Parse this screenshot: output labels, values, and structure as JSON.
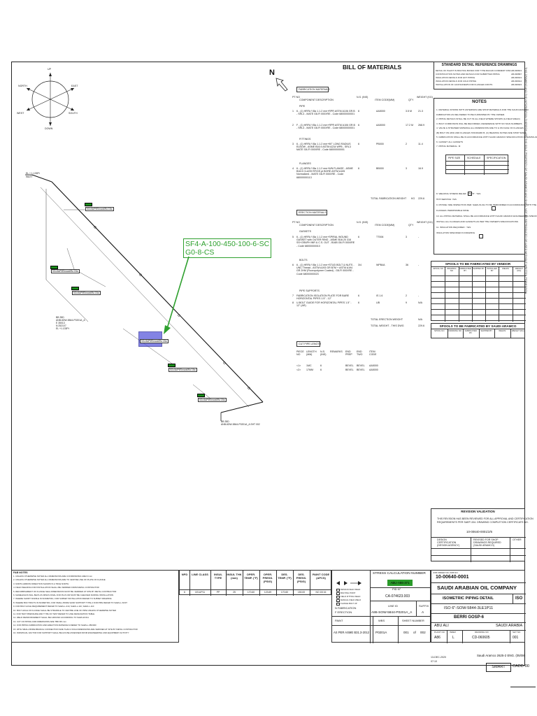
{
  "orientation": {
    "up": "UP",
    "north": "NORTH",
    "south": "SOUTH",
    "east": "EAST",
    "west": "WEST",
    "down": "DOWN",
    "north_arrow": "N"
  },
  "callout": {
    "line1": "SF4-A-100-450-100-6-SC",
    "line2": "G0-8-CS"
  },
  "iso_labels": {
    "el_top": "EL + 1.133Pt",
    "el_top2": "INLET",
    "bop1": "BB 35D",
    "bop1b": "ANB-6DW-5844-P0201A_A",
    "bop1c": "E 35013",
    "bop1d": "N 252107",
    "bop1e": "EL +1.133Pt",
    "bop2": "BB 35D",
    "bop2b": "ANB-6DW-5844-P0201A_A SHT 002",
    "tag1": "5Oo/6dPf/Ebnwa6Ra 1Ba",
    "tag2": "5Oo/6dPf/Ebnwa6Ra 1Ba",
    "tag3": "5Oo/6dPf/Ebnwa6Ra 1Ba",
    "tag4": "5Oo/6dPf/Ebnwa6Ra 1Ba",
    "tag5": "5Oo/6dPf/Ebnwa6Ra 1Ba",
    "tag6": "5Oo/6dPf/Ebnwa6Ra 1Ba"
  },
  "bom": {
    "title": "BILL OF MATERIALS",
    "fab_header": "FABRICATION MATERIALS",
    "cols": [
      "PT NO",
      "COMPONENT DESCRIPTION",
      "N.S. (INS)",
      "ITEM CODE(MM)",
      "QTY",
      "WEIGHT (KG)"
    ],
    "pipe_label": "PIPE",
    "fab_rows": [
      {
        "no": "1",
        "desc": "6 - (1) HRFA Y.Ba 1.1.2 mm+RPR ASTM A106 GR.B - SRL3 - MATE G8-Fl 000XRE - Code 68000000001",
        "ns": "6",
        "code": "AA5000",
        "qty": "3.5 M",
        "wt": "21.3"
      },
      {
        "no": "2",
        "desc": "F - (1) HRFA Y.Ba 1.1.2 mm+RPR ASTM A106 GR.B - SRL3 - MATE G8-Fl 000XRE - Code 68000000001",
        "ns": "6",
        "code": "AA5000",
        "qty": "17.2 M",
        "wt": "268.9"
      }
    ],
    "fittings_label": "FITTINGS",
    "fit_rows": [
      {
        "no": "3",
        "desc": "6 - (1) HRFA Y.Ba 1.1.2 mm+90° LONG RADIUS ELBOW - ASME B16.9 ASTM A234 WPB - SRL3 MATE G8-Fl 000XRE - Code 68000000001",
        "ns": "6",
        "code": "PB000",
        "qty": "2",
        "wt": "11.4"
      }
    ],
    "flanges_label": "FLANGES",
    "fl_rows": [
      {
        "no": "4",
        "desc": "6 - (1) HRFA Y.Ba 1.1.2 mm+WN FLANGE - ASME B16.5 CLASS RF/GS pt BORE ASTM A105 Normalized - MATE G8-Fl 000XRE - Code 68000000113",
        "ns": "6",
        "code": "BB000",
        "qty": "3",
        "wt": "16.9"
      }
    ],
    "total_fab_label": "TOTAL FABRICATION WEIGHT",
    "total_fab_unit": "KG",
    "total_fab": "229.6",
    "erection_header": "ERECTION MATERIALS",
    "gaskets_label": "GASKETS",
    "gk_rows": [
      {
        "no": "5",
        "desc": "6 - (1) HRFA Y.Ba 1.1.2 mm+SPIRAL WOUND GASKET with OUTER RING - ASME B16.20 316 SS+GRAPH INR & C.S. OUT - B16B G8-Fl 000XRE - Code 68000000010",
        "ns": "6",
        "code": "TT006",
        "qty": "3",
        "wt": "-"
      }
    ],
    "bolts_label": "BOLTS",
    "bt_rows": [
      {
        "no": "6",
        "desc": "6 - (1) HRFA Y.Ba 1.1.2 mm+STUD BOLT & NUTS - UNC Thread - ASTM A193 GR B7M + ASTM A194 GR 2HM (Fluoropolymer Coated) - G8-Fl 000XRE - Code 68000000023",
        "ns": "3/4",
        "code": "WPB4A",
        "qty": "36",
        "wt": "-"
      }
    ],
    "supports_label": "PIPE SUPPORTS",
    "sp_rows": [
      {
        "no": "7",
        "desc": "FABRICATION ISOLATION PLATE FOR BARE HORIZONTAL PIPES 1.5\" - 12\"",
        "ns": "6",
        "code": "IS 1.6",
        "qty": "2",
        "wt": "-"
      },
      {
        "no": "8",
        "desc": "U-BOLT GUIDE FOR HORIZONTAL PIPES 1.5\" - 12\" (AR)",
        "ns": "6",
        "code": "UB",
        "qty": "9",
        "wt": "N/A"
      }
    ],
    "total_er_label": "TOTAL ERECTION WEIGHT",
    "total_er": "N/A",
    "total_label": "TOTAL WEIGHT - THIS DWG",
    "total": "229.6",
    "cut_header": "CUT PIPE LENGTH",
    "cut_cols": [
      "PIECE NO",
      "LENGTH (MM)",
      "N.S. (INS)",
      "REMARKS",
      "END PREP",
      "END TWO",
      "ITEM CODE"
    ],
    "cut_rows": [
      {
        "p": "<1>",
        "l": "1MC",
        "ns": "6",
        "r": "",
        "e1": "BEVEL",
        "e2": "BEVEL",
        "c": "AA5000"
      },
      {
        "p": "<2>",
        "l": "17MM",
        "ns": "6",
        "r": "",
        "e1": "BEVEL",
        "e2": "BEVEL",
        "c": "AA5000"
      }
    ]
  },
  "ref_drawings": {
    "title": "STANDARD DETAIL REFERENCE DRAWINGS",
    "rows": [
      {
        "d": "DETAIL OF PLEXIT IN BOLTING BOXES FOR TYPE MACHIN COMMENT DISK",
        "n": "AB-036813"
      },
      {
        "d": "CONSTRUCTION NOTES AND DETAILS FOR SUBMITTED PIPING",
        "n": "AB-036897"
      },
      {
        "d": "INSULATION DETAILS FOR HOT PIPING",
        "n": "AB-036913"
      },
      {
        "d": "INSULATION DETAILS FOR COLD PIPING",
        "n": "AB-036914"
      },
      {
        "d": "INSTALLATION OF JACKSCREWS FOR FLANGED JOINTS",
        "n": "AB-036923"
      }
    ]
  },
  "notes": {
    "title": "NOTES",
    "items": [
      "1. MATERIAL SHOWN WITH ASTERISKS ARE SHOP MATERIALS FOR THE SAUDI ARAMCO",
      "    FABRICATION AS DELIVERED TO BE FURNISHED BY THE OWNER.",
      "2. PIPING DETAILS SHALL BE CUT IN ALL FIELD WHERE SHOWN (G.FIELD WELD)",
      "3. BOLT CORROSION WILL BE RECORDED, REFERENCE WITH NO SIGN NUMBERS",
      "4. VALVE & STRAINER MATERIAL ALL DIMENSIONS ARE TO & ON FACE OF FLANGES",
      "   (B) BOLT ON ANSI AND FLANGES STANDARD B, (C) BEARING NOTED ARE SHOP SIZES",
      "5. FABRICATION SHALL BE IN ACCORDANCE WITH SAUDI ARAMCO SPECIFICATION 01-SAMSS-010",
      "6. GASKET: ALL GASKETS",
      "7. PIPING MATERIAL: M"
    ],
    "pwht_cols": [
      "PIPE SIZE",
      "SCHEDULE",
      "SPECIFICATION"
    ],
    "items2": [
      "8. WELDING STRESS RELIEF - PWHT : YES",
      "   HOT-SERVICE: YES",
      "9. RT/NDE: NDE INSPECTION PER: SAES-W-011 TO BE PERFORMED IN ACCORDANCE WITH THE",
      "   FLANGES: PERMISSIBLE NONE",
      "10. ALL PIPING MATERIAL SHALL BE ACCORDANCE WITH SAUDI ARAMCO ENGINEERING SPECIFICATIONS",
      "   INSTALL ALL FLANGES AND GASKETS AS PER THE OWNER'S SPECIFICATIONS",
      "11. INSULATION REQUIRED : YES",
      "   INSULATION SPECIFIED IN DRAWING"
    ]
  },
  "spools_vendor": {
    "title": "SPOOLS TO BE FABRICATED BY VENDOR",
    "cols": [
      "SPOOL NO",
      "DRAWING NO",
      "FABRICATED BY",
      "SHIPPED BY",
      "INSTALLED BY",
      "WELDS",
      "WEIGHT (KG)"
    ]
  },
  "spools_aramco": {
    "title": "SPOOLS TO BE FABRICATED BY SAUDI ARAMCO",
    "cols": [
      "SPOOL NO",
      "DRAWING NO",
      "FABRICATED BY",
      "SHIPPED BY",
      "WELDS",
      "WEIGHT (KG)"
    ]
  },
  "revision": {
    "title": "REVISION VALIDATION",
    "text1": "THIS REVISION HAS BEEN REVIEWED FOR ALL APPROVAL AND CERTIFICATION",
    "text2": "REQUIREMENTS PER SAEP-334. DRAWING COMPLETION CERTIFICATE NO.",
    "cert_no": "10-00640-0001/2/6",
    "cols": [
      "DESIGN CERTIFICATION (DESIGN AGENCY)",
      "REVISED FOR SHOP DRAWINGS REQUIRED (SAUDI ARAMCO)",
      "OTHER"
    ]
  },
  "project": {
    "job_no_label": "JOB ORDER NO./JOB NO.",
    "job_no": "10-00640-0001",
    "company": "SAUDI ARABIAN OIL COMPANY",
    "drawing_type": "ISOMETRIC PIPING DETAIL",
    "type_code": "ISO",
    "iso_no": "ISO 6\"-SOW-5844-3LE1P11",
    "plant": "BERRI GOSP-6",
    "location1": "ABU ALI",
    "location2": "SAUDI ARABIA",
    "plant_no_label": "PLANT NO",
    "index_label": "INDEX",
    "dwg_no_label": "DRAWING NO",
    "sht_label": "SHT NO",
    "plant_no": "A86",
    "index": "L",
    "dwg_no": "CD-060605",
    "sht": "001",
    "date": "13-DEC-2020",
    "time": "07:10",
    "aramco_form": "Saudi Aramco 2625-2 ENG. (05/08)",
    "smart": "SMART",
    "cadd": "CADD-00"
  },
  "stress": {
    "title": "STRESS CALCULATION NUMBER",
    "value": "ABU-A86-371",
    "pid_label": "PID N°",
    "pid": "CA-074623.003",
    "fab_label": "N FABRICATION",
    "er_label": "F ERECTION",
    "line_id_label": "LINE ID",
    "suffix_label": "SUFFIX",
    "line_id": "A86-SOW-5844-P0201A_A",
    "suffix": "A",
    "paint_label": "PAINT",
    "wbs_label": "WBS",
    "sheet_label": "SHEET NUMBER",
    "paint": "AS PER ASME B31.3-2012",
    "wbs": "P0201A",
    "sheet": "001",
    "of": "of",
    "total_sheets": "002",
    "symbol_notes": [
      "DESIGN FIELD WELD",
      "BOLTING POINT",
      "FIELD FITTING WELD",
      "MANUAL FIELD WELD",
      "FLANGE BOLT UP"
    ]
  },
  "line_table": {
    "cols": [
      "NPD",
      "LINE CLASS",
      "INSUL TYPE",
      "INSUL THK (mm)",
      "OPER. TEMP. (°F)",
      "OPER. PRESS. (PSIG)",
      "DES. TEMP. (°F)",
      "DES. PRESS. (PSIG)",
      "PAINT CODE (APCS)"
    ],
    "row": [
      "6",
      "1E1UP11",
      "PP",
      "25",
      "170.60",
      "123.69",
      "170.60",
      "150.00",
      "NO 1B 16"
    ]
  },
  "fab_notes": {
    "title": "FAB NOTES",
    "items": [
      "1. UNLESS OTHERWISE NOTED ALL DIMENSIONS ARE COORDINATES ARE IN mm",
      "2. UNLESS OTHERWISE NOTED ALL DIMENSIONS ARE TO CENTRE LINE OF PLATE OF FLANGE",
      "3. NORTH ARROW DIRECTION SHOWN IS A TRUE NORTH",
      "4. FIELD WELDING FOR INSTALLATION SHALL BE VERIFIED FROM METAL CONTRACTOR",
      "5. REFURBISHMENT OF FLANGE SEAL DIMENSIONS MUST BE VERIFIED AT SITE BY METAL CONTRACTOR",
      "6. NAMEHOLDS WILL BE PLUS MINUS FINAL FOR PLUS OR MUST BE CHECKED DURING INSTALLATION",
      "7. WHERE SHORT NOZZLE IN ISOMETRIC, FOR SUBSET INSTALLATION REFER TO SUBSET DRAWING",
      "8. WHERE BOLT BOLTS IN ISOMETRIC, FOR SMALL BORE SAND SUPPORT TYPE-2 FOR PIPE REFER TO SAES-L-SO07",
      "9. FOR BOLT-HOLE REQUIREMENT REFER TO SAES-L-310, SAES-L-110, SAES-L-110",
      "10. BOLT HOLE OF FLANGE SHALL BE STRADDLE TO CENTRE LINE OF PIPE UNLESS OTHERWISE NOTED",
      "11. FOR TEST PRESSURE AND TYPE OF TEST REFER TO LINE DESIGNATION TABLE",
      "12. WELD REINFORCEMENT SHALL BE GROUND ACCORDING TO SAES-W-011",
      "13. CUT OF PIPING AND DIMENSIONS ARE TBD MS mm",
      "14. FOR PIPING FABRICATION AND ERECTION MATERIALS REFER TO SAES-L-350/460",
      "15. WITH SMALL BORE BRANCH CONNECTION SIZE THAN 2 INCH DIMENSIONS ARE VERIFIED AT SITE BY METAL CONTRACTOR",
      "16. INDIVIDUAL FACTOR FOR SUPPORT SHALL BE HOUSE ASSESSED FROM ENGINEERING AND EQUIPMENT ACTIVITY"
    ]
  },
  "side_text": "THIS DRAWING AND THE INFORMATION THEREON ARE THE SOLE PROPERTY OF SAUDI ARAMCO AND SHALL NOT BE REPRODUCED OR USED WITHOUT WRITTEN PERMISSION"
}
